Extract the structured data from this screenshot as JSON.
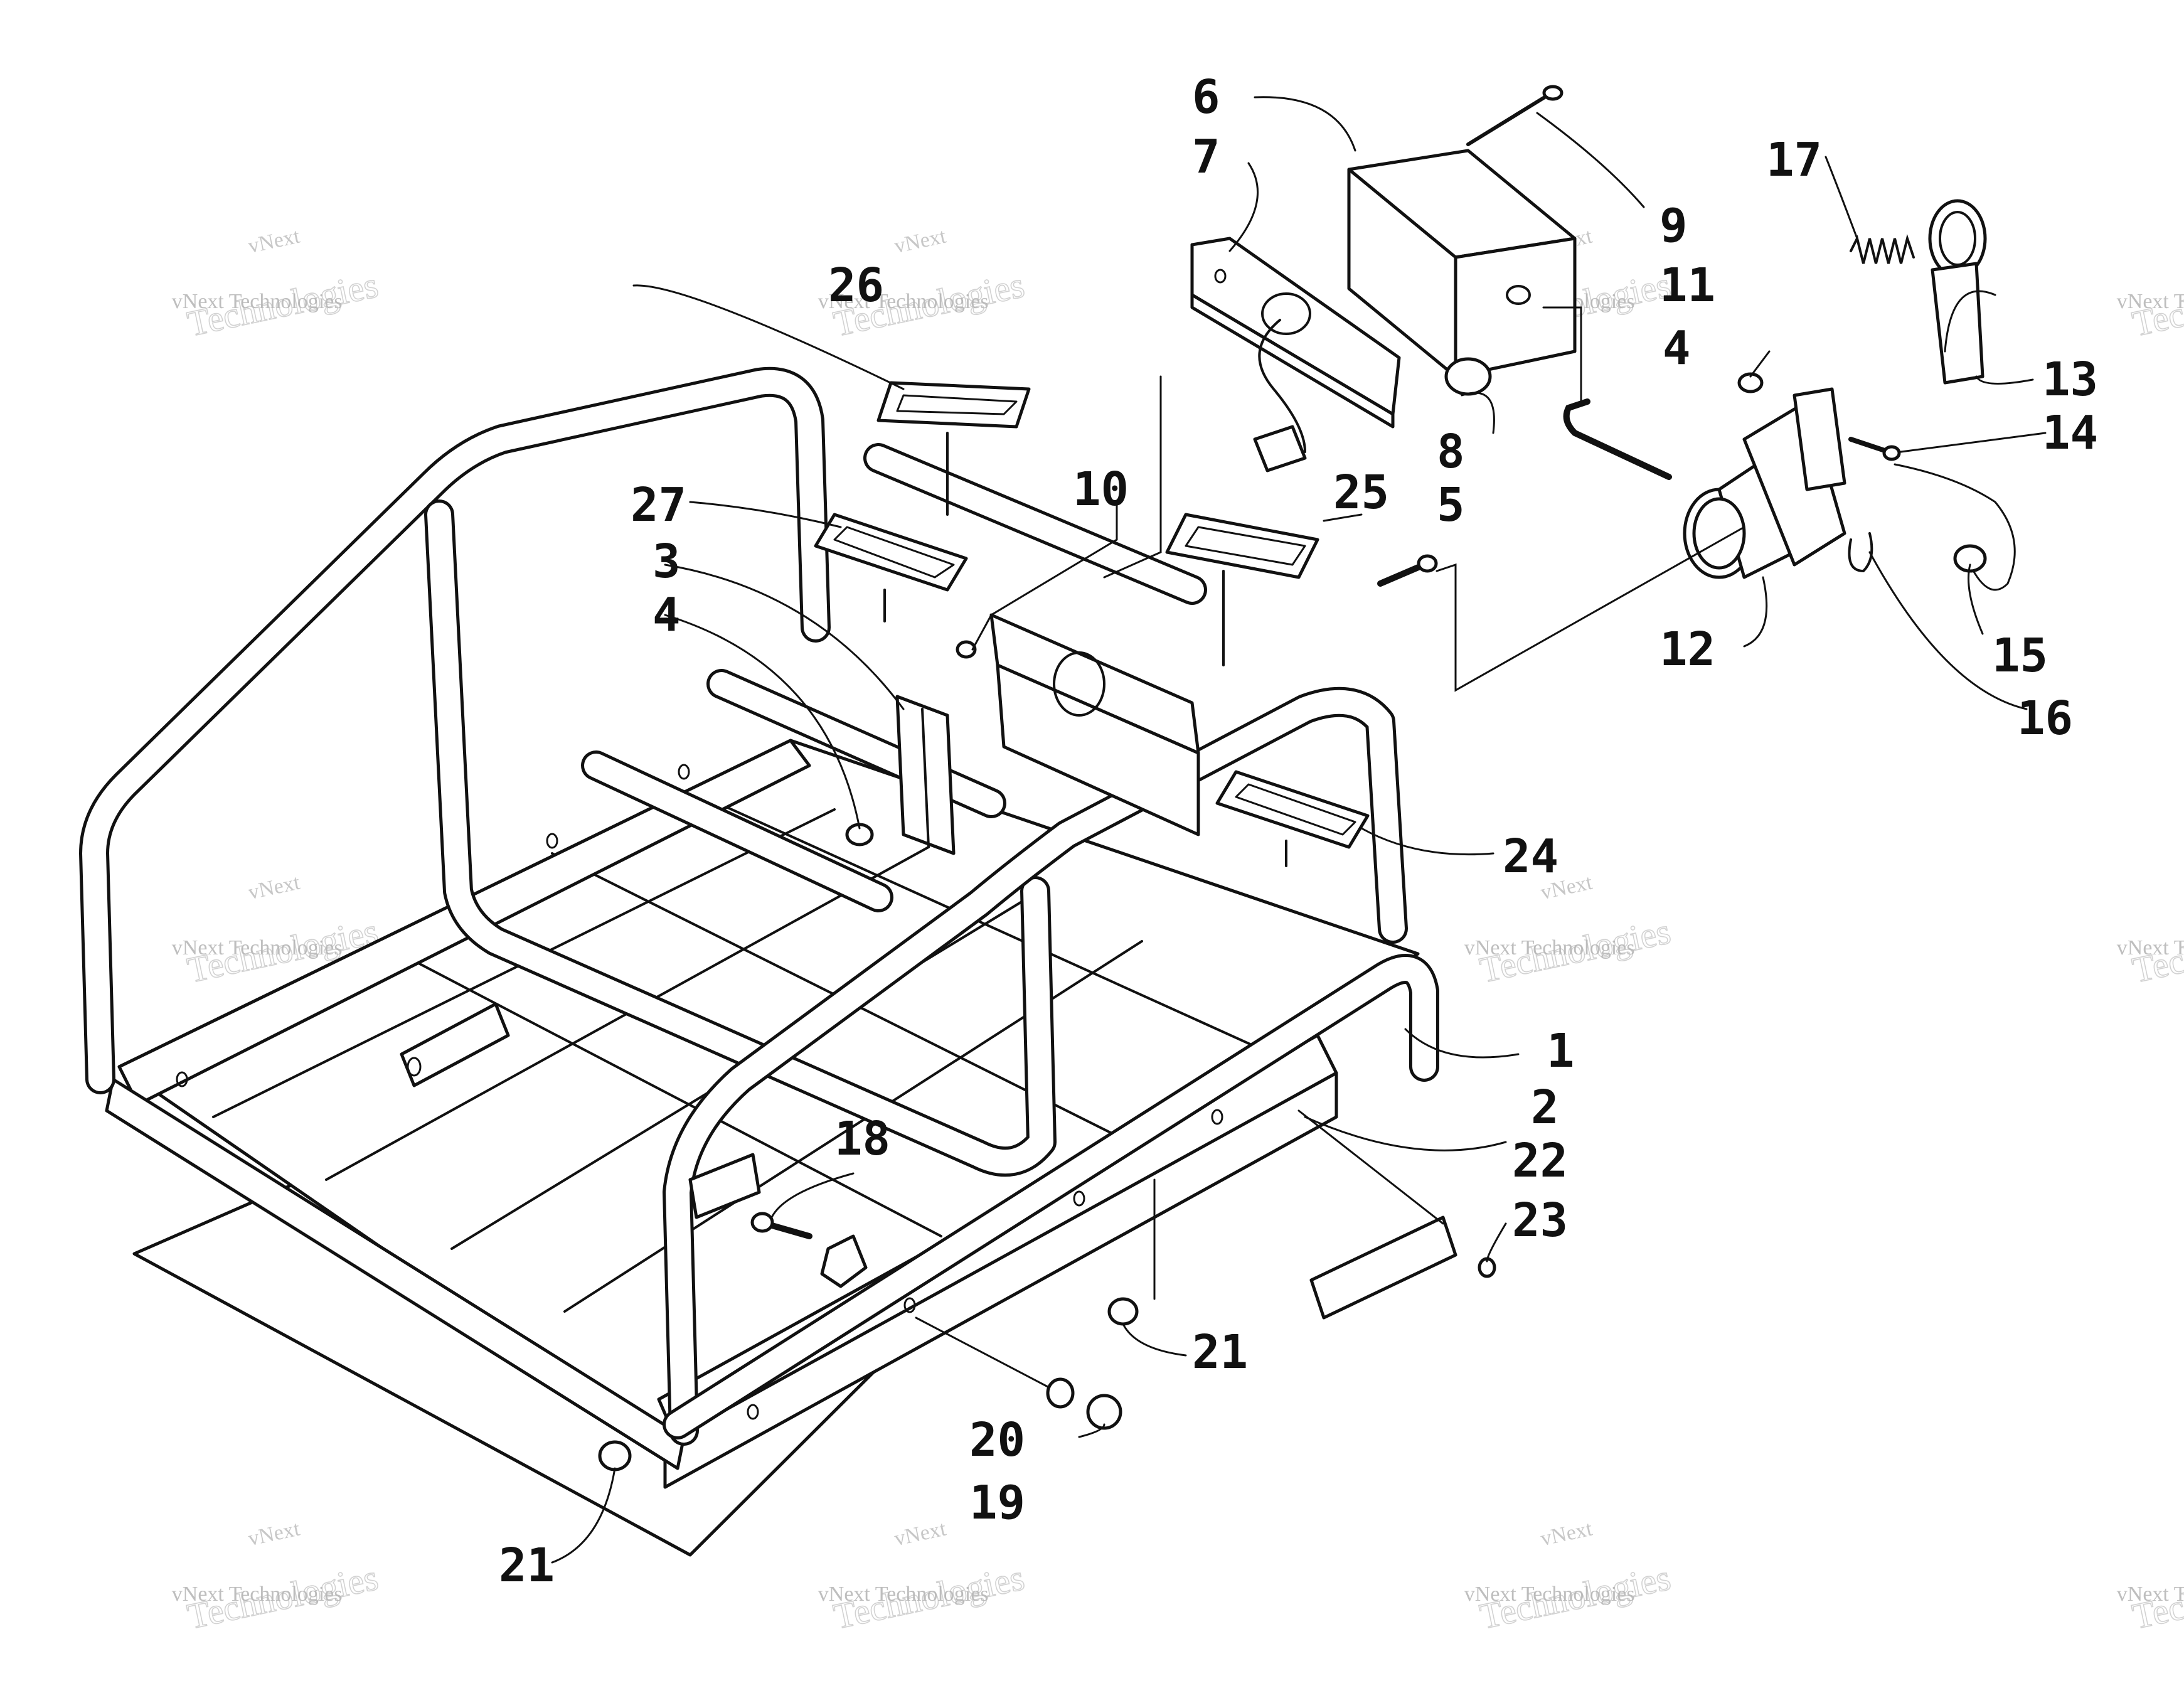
{
  "callouts": [
    "1",
    "2",
    "3",
    "4",
    "4",
    "5",
    "6",
    "7",
    "8",
    "9",
    "10",
    "11",
    "12",
    "13",
    "14",
    "15",
    "16",
    "17",
    "18",
    "19",
    "20",
    "21",
    "21",
    "22",
    "23",
    "24",
    "25",
    "26",
    "27"
  ],
  "watermark": {
    "line1": "vNext",
    "line2": "vNext Technologies",
    "line3": "Technologies"
  }
}
